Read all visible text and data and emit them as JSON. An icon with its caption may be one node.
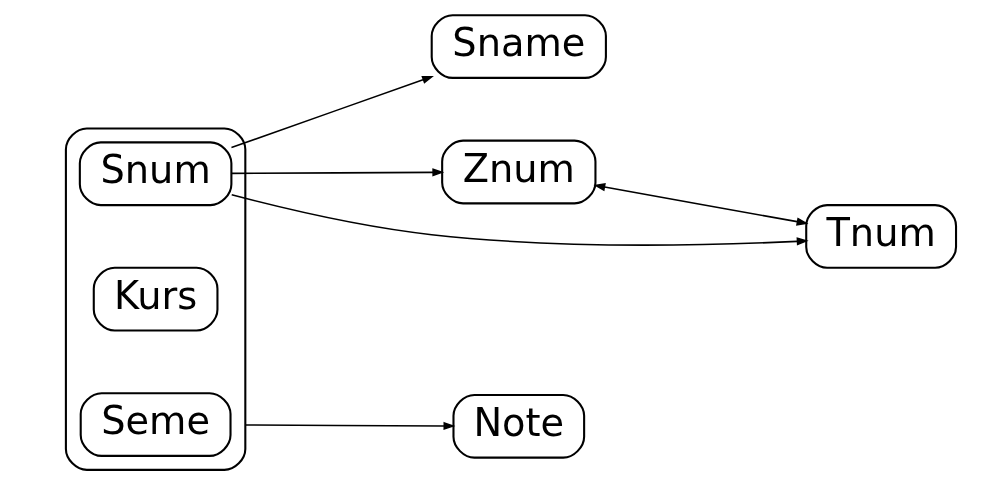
{
  "diagram": {
    "nodes": [
      {
        "text": [],
        "shape": "box"
      },
      {
        "text": [
          "Snum"
        ],
        "in": 0
      },
      {
        "text": [
          "Kurs"
        ],
        "in": 0
      },
      {
        "text": [
          "Seme"
        ],
        "in": 0
      },
      {
        "text": [
          "Sname"
        ]
      },
      {
        "text": [
          "Znum"
        ]
      },
      {
        "text": [
          "Tnum"
        ]
      },
      {
        "text": [
          "Note"
        ]
      }
    ],
    "edges": [
      {
        "from": 1,
        "to": 4,
        "arrow": "to"
      },
      {
        "from": 1,
        "to": 5,
        "arrow": "to"
      },
      {
        "from": 1,
        "to": 6,
        "arrow": "to"
      },
      {
        "from": 5,
        "to": 6,
        "arrow": "both"
      },
      {
        "from": 0,
        "to": 7,
        "arrow": "to"
      }
    ]
  }
}
